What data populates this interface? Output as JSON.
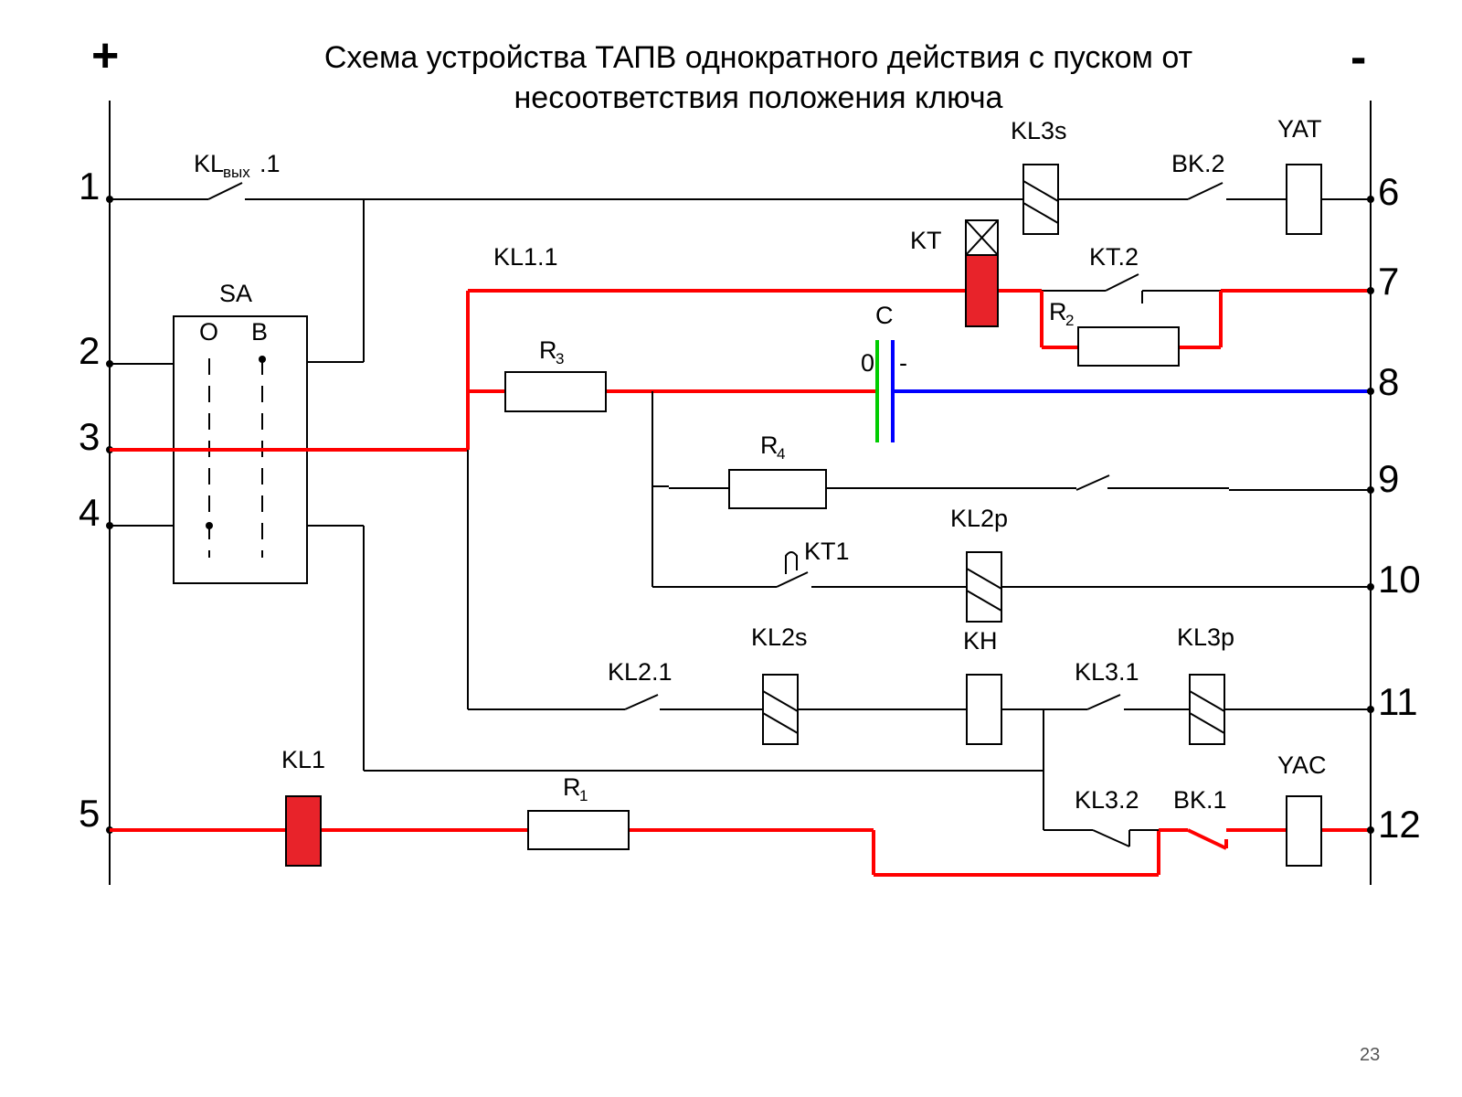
{
  "title": {
    "line1": "Схема устройства ТАПВ однократного действия с пуском от",
    "line2": "несоответствия положения ключа"
  },
  "polarity": {
    "plus": "+",
    "minus": "-"
  },
  "rows_left": [
    "1",
    "2",
    "3",
    "4",
    "5"
  ],
  "rows_right": [
    "6",
    "7",
    "8",
    "9",
    "10",
    "11",
    "12"
  ],
  "labels": {
    "kl_out_main": "KL",
    "kl_out_sub": "вых",
    "kl_out_suffix": ".1",
    "sa": "SA",
    "sa_o": "O",
    "sa_b": "B",
    "kl3s": "KL3s",
    "vk2": "BK.2",
    "yat": "YAT",
    "kt": "KT",
    "kl11": "KL1.1",
    "kt2": "KT.2",
    "r2_main": "R",
    "r2_sub": "2",
    "c": "C",
    "c_zero": "0",
    "c_minus": "-",
    "r3_main": "R",
    "r3_sub": "3",
    "r4_main": "R",
    "r4_sub": "4",
    "kt1": "KT1",
    "kl2p": "KL2p",
    "kl2s": "KL2s",
    "kh": "KH",
    "kl3p": "KL3p",
    "kl21": "KL2.1",
    "kl31": "KL3.1",
    "kl1": "KL1",
    "yac": "YAC",
    "r1_main": "R",
    "r1_sub": "1",
    "kl32": "KL3.2",
    "vk1": "BK.1"
  },
  "colors": {
    "energized": "#ff0000",
    "capacitor_positive": "#00cc00",
    "capacitor_negative": "#0000ff",
    "active_coil_fill": "#e8232a",
    "wire": "#000000"
  },
  "page_number": "23"
}
